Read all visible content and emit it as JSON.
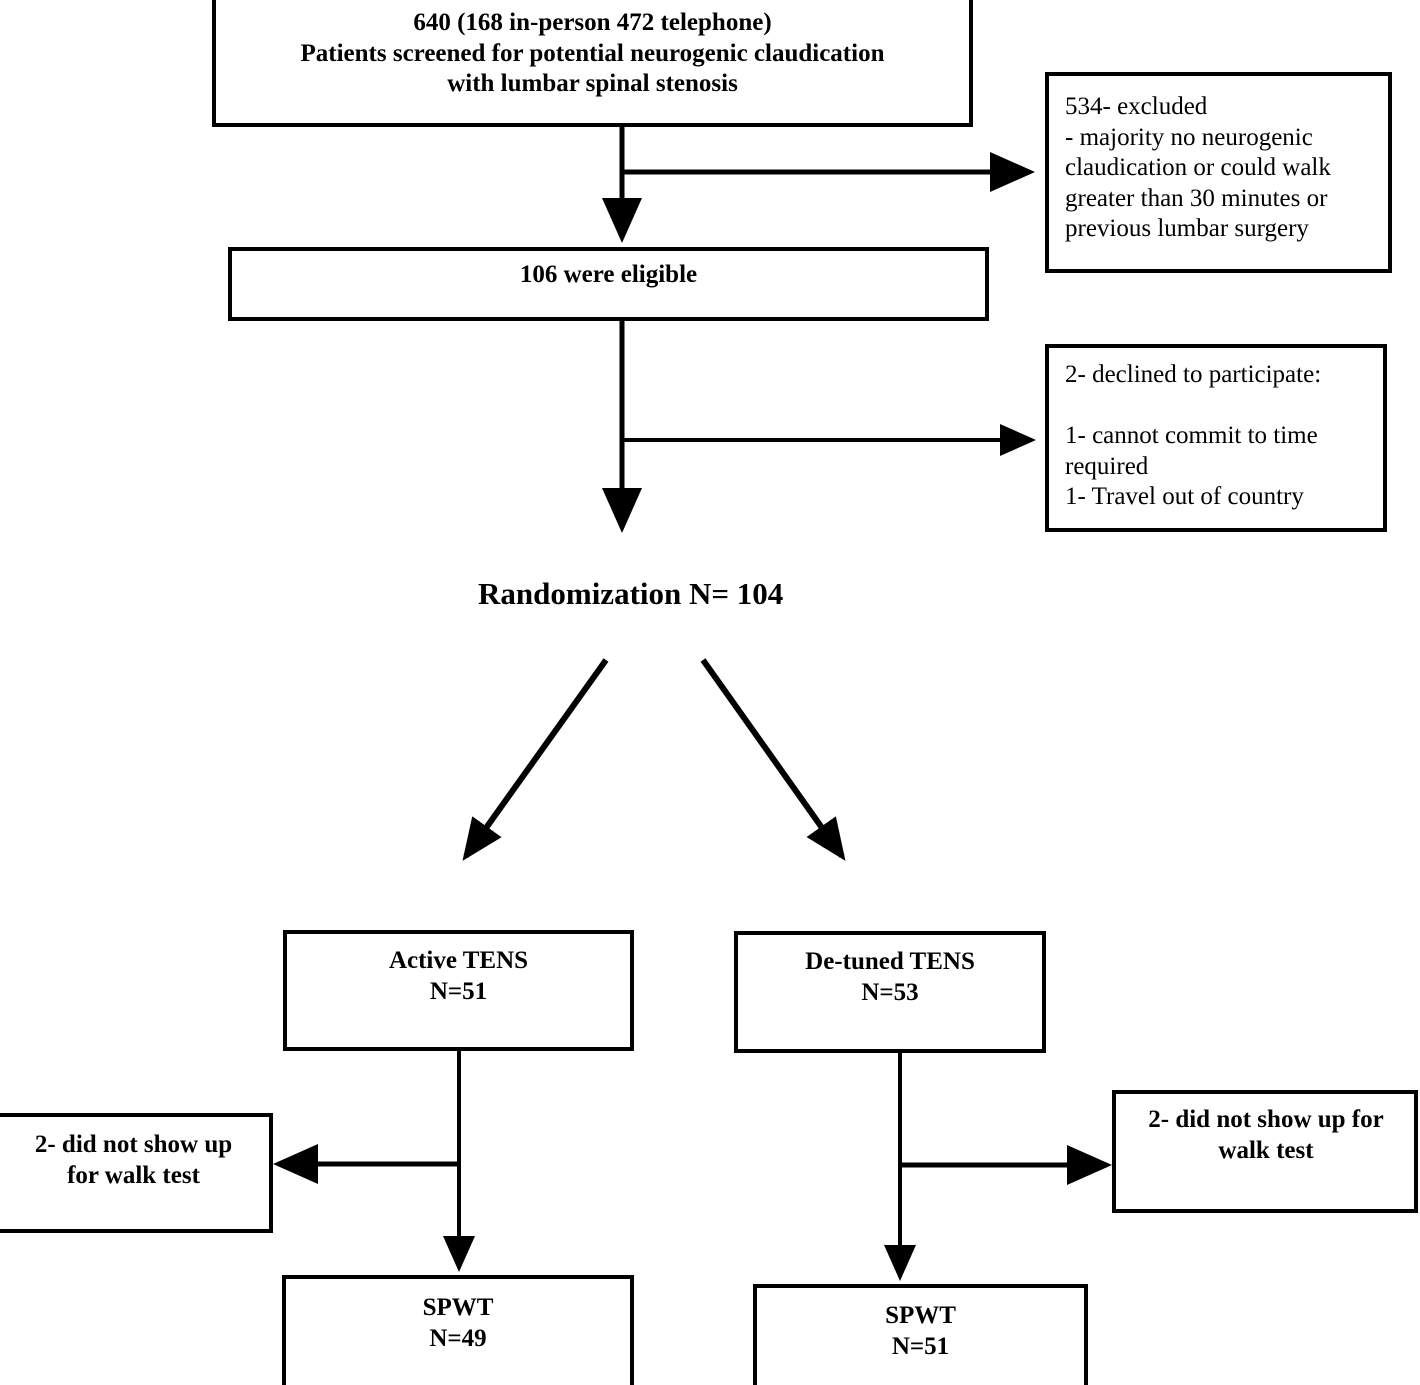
{
  "diagram": {
    "title": "CONSORT participant flow diagram",
    "line_color": "#000000",
    "background_color": "#ffffff"
  },
  "nodes": {
    "screened": {
      "text": "640 (168 in-person 472 telephone)\nPatients screened for potential neurogenic claudication\nwith lumbar spinal stenosis",
      "count": 640,
      "in_person": 168,
      "telephone": 472
    },
    "excluded": {
      "text": "534- excluded\n- majority no neurogenic\nclaudication or could walk\ngreater than 30 minutes or\nprevious lumbar surgery",
      "count": 534
    },
    "eligible": {
      "text": "106 were eligible",
      "count": 106
    },
    "declined": {
      "text": "2- declined to participate:\n\n1- cannot commit to time\nrequired\n1- Travel out of country",
      "count": 2
    },
    "randomization": {
      "text": "Randomization N= 104",
      "count": 104
    },
    "active_tens": {
      "text": "Active TENS\nN=51",
      "count": 51
    },
    "detuned_tens": {
      "text": "De-tuned TENS\nN=53",
      "count": 53
    },
    "noshow_left": {
      "text": "2- did not show up\nfor walk test",
      "count": 2
    },
    "noshow_right": {
      "text": "2- did not show up for\nwalk test",
      "count": 2
    },
    "spwt_left": {
      "text": "SPWT\nN=49",
      "count": 49
    },
    "spwt_right": {
      "text": "SPWT\nN=51",
      "count": 51
    }
  },
  "connectors": [
    {
      "name": "screened-to-eligible",
      "kind": "arrow-down"
    },
    {
      "name": "screened-to-excluded",
      "kind": "arrow-right"
    },
    {
      "name": "eligible-to-randomization",
      "kind": "arrow-down"
    },
    {
      "name": "eligible-to-declined",
      "kind": "arrow-right"
    },
    {
      "name": "randomization-to-active",
      "kind": "arrow-diagonal-left"
    },
    {
      "name": "randomization-to-detuned",
      "kind": "arrow-diagonal-right"
    },
    {
      "name": "active-to-spwt",
      "kind": "arrow-down"
    },
    {
      "name": "active-to-noshow",
      "kind": "arrow-left"
    },
    {
      "name": "detuned-to-spwt",
      "kind": "arrow-down"
    },
    {
      "name": "detuned-to-noshow",
      "kind": "arrow-right"
    }
  ]
}
